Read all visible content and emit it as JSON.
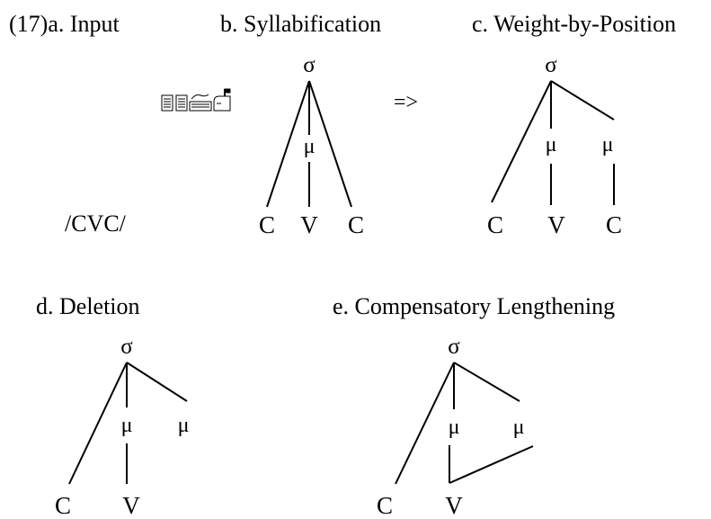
{
  "headings": {
    "a": "(17)a. Input",
    "b": "b. Syllabification",
    "c": "c. Weight-by-Position",
    "d": "d. Deletion",
    "e": "e. Compensatory Lengthening"
  },
  "input_form": "/CVC/",
  "arrow": "=>",
  "icons": [
    "document-icon",
    "document-icon",
    "keyboard-icon",
    "mailbox-icon"
  ],
  "symbols": {
    "syllable": "σ",
    "mora": "μ",
    "consonant": "C",
    "vowel": "V"
  }
}
